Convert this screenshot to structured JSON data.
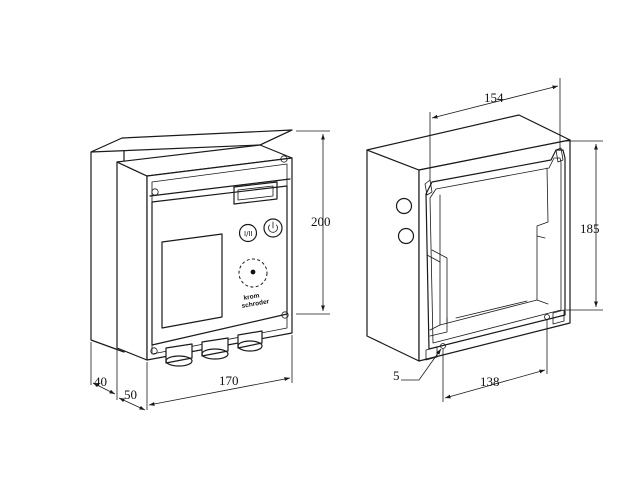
{
  "left_view": {
    "brand_line1": "krom",
    "brand_line2": "schroder",
    "dimensions": {
      "height": "200",
      "width": "170",
      "depth_front": "50",
      "depth_rear": "40"
    }
  },
  "right_view": {
    "dimensions": {
      "top_width": "154",
      "height": "185",
      "bottom_width": "138",
      "hole_offset": "5"
    }
  }
}
